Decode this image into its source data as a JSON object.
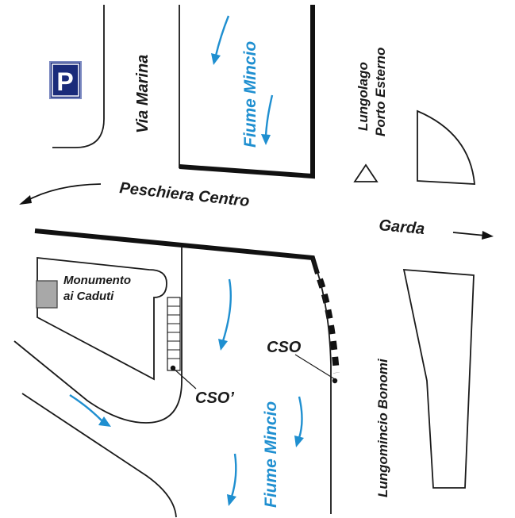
{
  "labels": {
    "via_marina": "Via Marina",
    "fiume_mincio_top": "Fiume Mincio",
    "lungolago_line1": "Lungolago",
    "lungolago_line2": "Porto Esterno",
    "peschiera_centro": "Peschiera Centro",
    "garda": "Garda",
    "monumento_line1": "Monumento",
    "monumento_line2": "ai Caduti",
    "cso_right": "CSO",
    "cso_left": "CSO’",
    "fiume_mincio_bottom": "Fiume Mincio",
    "lungomincio_bonomi": "Lungomincio Bonomi",
    "parking_symbol": "P"
  },
  "colors": {
    "river_blue": "#1f8fd0",
    "parking_blue": "#1a2b7a",
    "monument_grey": "#a8a8a8",
    "line_black": "#111111"
  },
  "icons": [
    "parking-icon",
    "triangle-marker-icon",
    "flow-arrow-icon",
    "direction-arrow-icon"
  ]
}
